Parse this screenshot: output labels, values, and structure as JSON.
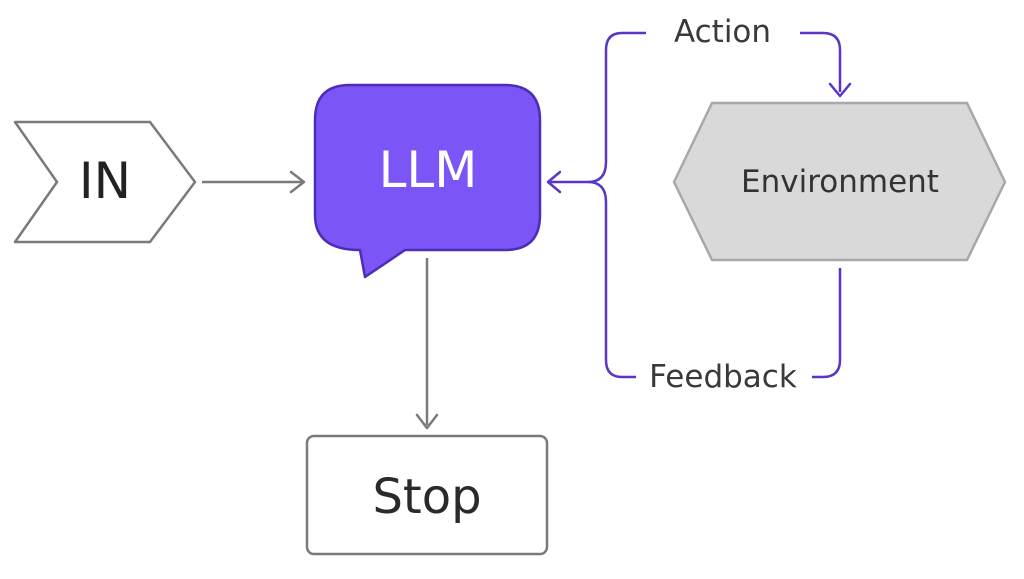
{
  "nodes": {
    "input": {
      "label": "IN"
    },
    "llm": {
      "label": "LLM"
    },
    "environment": {
      "label": "Environment"
    },
    "stop": {
      "label": "Stop"
    }
  },
  "edges": {
    "action": {
      "label": "Action"
    },
    "feedback": {
      "label": "Feedback"
    }
  },
  "colors": {
    "accent": "#7b55f5",
    "accent_stroke": "#4b2db8",
    "environment_fill": "#d9d9d9",
    "connector_gray": "#7a7a7a"
  }
}
